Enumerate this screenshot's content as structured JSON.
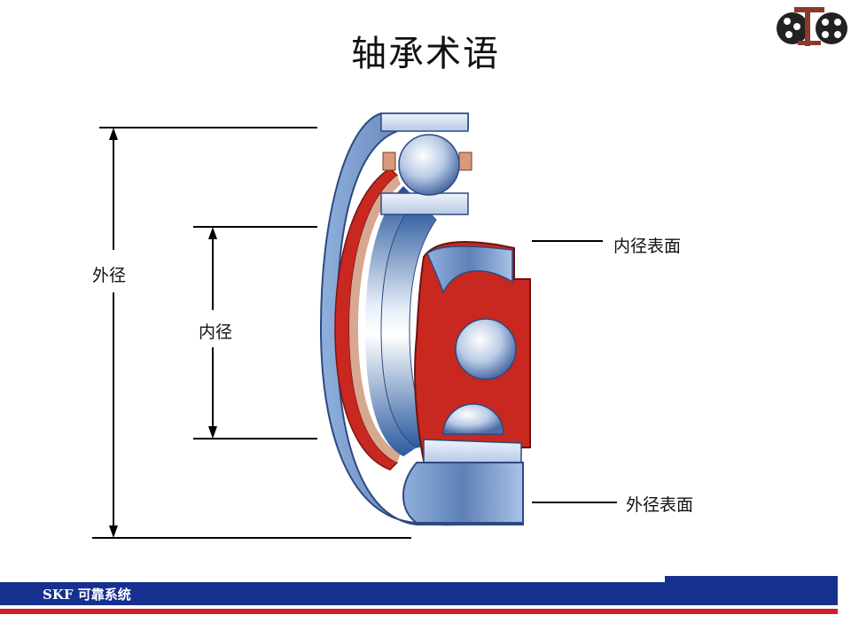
{
  "title": "轴承术语",
  "labels": {
    "outer_diameter": "外径",
    "inner_diameter": "内径",
    "bore_surface": "内径表面",
    "outer_surface": "外径表面"
  },
  "footer": {
    "text": "SKF 可靠系统"
  },
  "colors": {
    "ring_blue": "#6f8fc0",
    "ring_light": "#c9d8ee",
    "cage_red": "#c8281f",
    "footer_blue": "#16318f",
    "footer_red": "#d21f26",
    "logo_brown": "#8a3a2a"
  },
  "icons": {
    "logo": "company-logo-icon"
  }
}
